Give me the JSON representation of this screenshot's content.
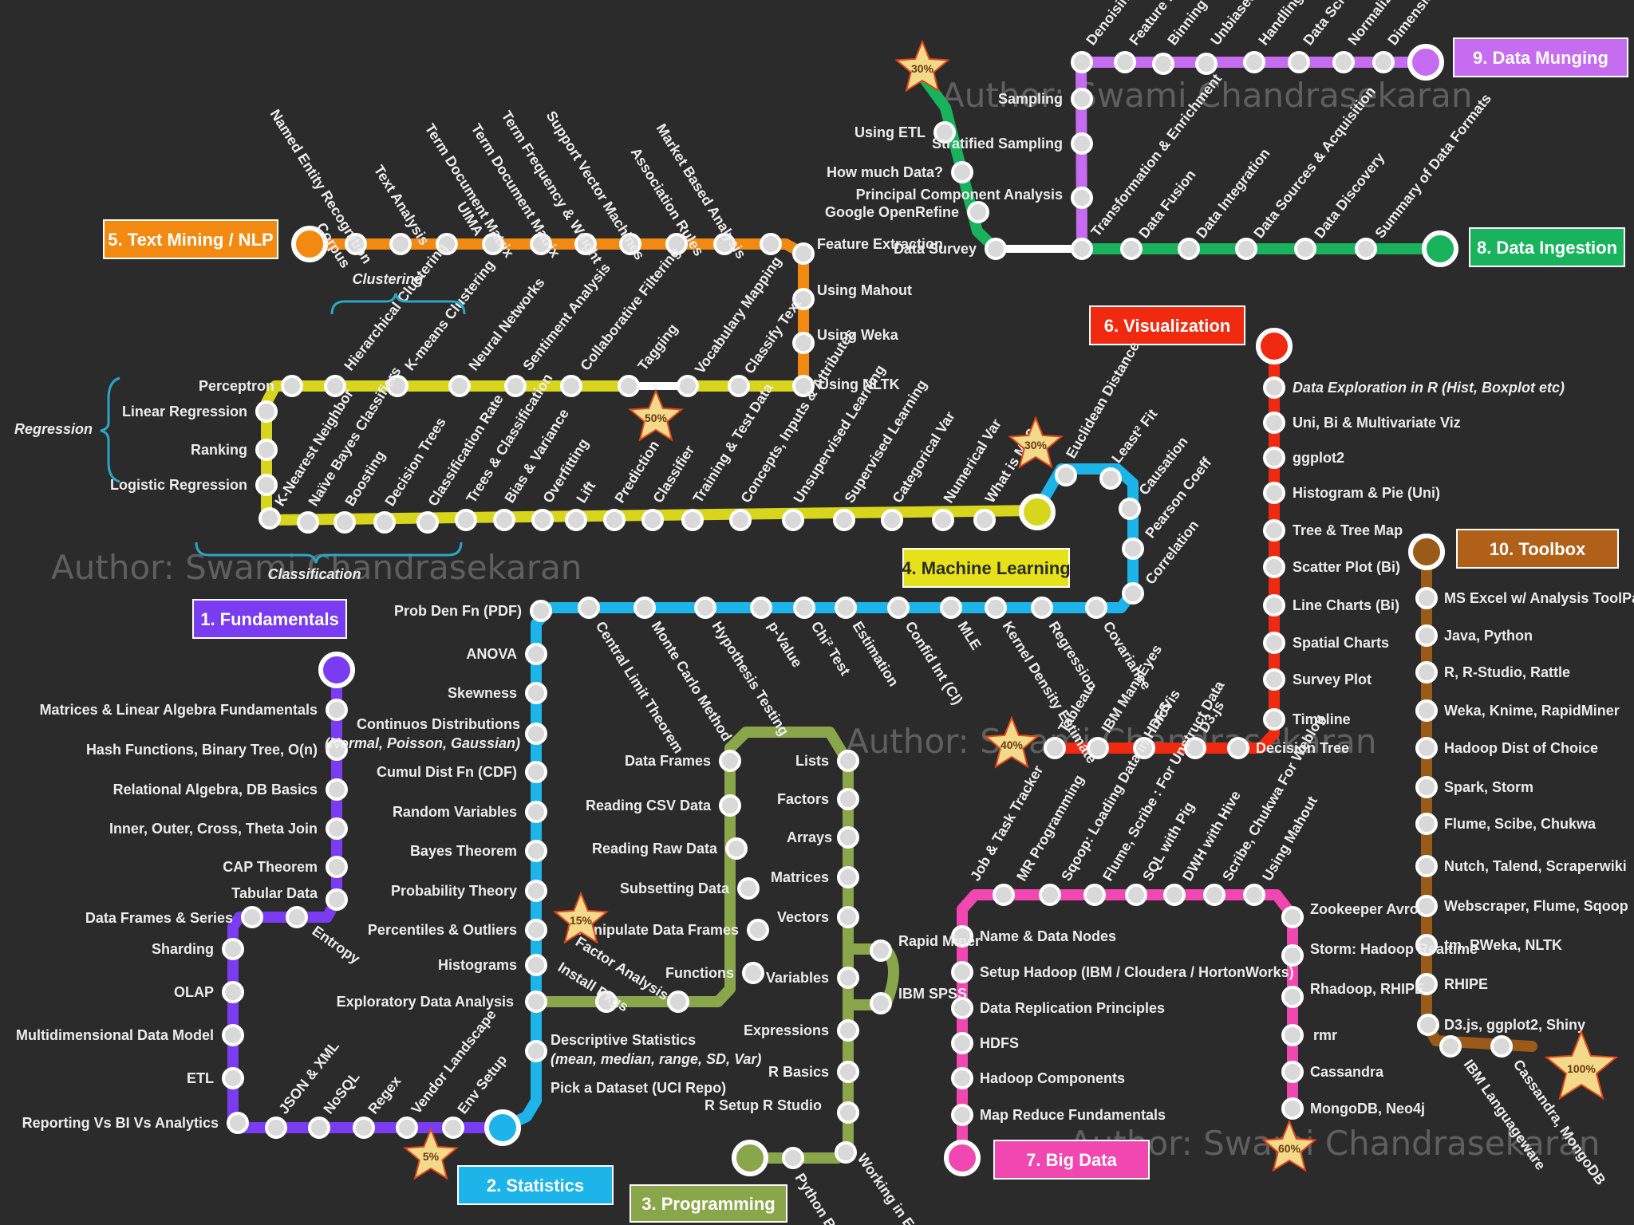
{
  "title_boxes": [
    {
      "text": "1. Fundamentals",
      "fill": "#7a3cf0"
    },
    {
      "text": "2. Statistics",
      "fill": "#1db4ea"
    },
    {
      "text": "3. Programming",
      "fill": "#8aa64a"
    },
    {
      "text": "4. Machine Learning",
      "fill": "#e6e21a"
    },
    {
      "text": "5. Text Mining / NLP",
      "fill": "#f28a12"
    },
    {
      "text": "6. Visualization",
      "fill": "#f02a10"
    },
    {
      "text": "7. Big Data",
      "fill": "#f048b0"
    },
    {
      "text": "8. Data Ingestion",
      "fill": "#18b35c"
    },
    {
      "text": "9. Data Munging",
      "fill": "#c56cf0"
    },
    {
      "text": "10. Toolbox",
      "fill": "#b06018"
    }
  ],
  "lines": {
    "fundamentals": {
      "color": "#7a3cf0"
    },
    "statistics": {
      "color": "#1db4ea"
    },
    "programming": {
      "color": "#8aa64a"
    },
    "machine_learning": {
      "color": "#d8d61c"
    },
    "text_mining": {
      "color": "#f28a12"
    },
    "visualization": {
      "color": "#f02a10"
    },
    "big_data": {
      "color": "#f048b0"
    },
    "data_ingestion": {
      "color": "#18b35c"
    },
    "data_munging": {
      "color": "#c56cf0"
    },
    "toolbox": {
      "color": "#9a5a18"
    }
  },
  "stations": {
    "fundamentals": [
      "Matrices & Linear Algebra Fundamentals",
      "Hash Functions, Binary Tree, O(n)",
      "Relational Algebra, DB Basics",
      "Inner, Outer, Cross, Theta Join",
      "CAP Theorem",
      "Tabular Data",
      "Entropy",
      "Data Frames & Series",
      "Sharding",
      "OLAP",
      "Multidimensional Data Model",
      "ETL",
      "Reporting Vs BI Vs Analytics",
      "JSON & XML",
      "NoSQL",
      "Regex",
      "Vendor Landscape",
      "Env Setup"
    ],
    "statistics": [
      "Pick a Dataset (UCI Repo)",
      "Descriptive Statistics",
      "(mean, median, range, SD, Var)",
      "Exploratory Data Analysis",
      "Histograms",
      "Percentiles & Outliers",
      "Probability Theory",
      "Bayes Theorem",
      "Random Variables",
      "Cumul Dist Fn (CDF)",
      "Continuos Distributions",
      "(Normal, Poisson, Gaussian)",
      "Skewness",
      "ANOVA",
      "Prob Den Fn (PDF)",
      "Central Limit Theorem",
      "Monte Carlo Method",
      "Hypothesis Testing",
      "p-Value",
      "Chi² Test",
      "Estimation",
      "Confid Int (CI)",
      "MLE",
      "Kernel Density Estimate",
      "Regression",
      "Covariance",
      "Correlation",
      "Pearson Coeff",
      "Causation",
      "Least² Fit",
      "Euclidean Distance"
    ],
    "programming": [
      "Python Basics",
      "Working in Excel",
      "R Setup R Studio",
      "R Basics",
      "Expressions",
      "Variables",
      "IBM SPSS",
      "Rapid Miner",
      "Vectors",
      "Matrices",
      "Arrays",
      "Factors",
      "Lists",
      "Data Frames",
      "Reading CSV Data",
      "Reading Raw Data",
      "Subsetting Data",
      "Manipulate Data Frames",
      "Functions",
      "Factor Analysis",
      "Install Pkgs"
    ],
    "machine_learning": [
      "What is ML?",
      "Numerical Var",
      "Categorical Var",
      "Supervised Learning",
      "Unsupervised Learning",
      "Concepts, Inputs & Attributes",
      "Training & Test Data",
      "Classifier",
      "Prediction",
      "Lift",
      "Overfitting",
      "Bias & Variance",
      "Trees & Classification",
      "Classification Rate",
      "Decision Trees",
      "Boosting",
      "Naïve Bayes Classifiers",
      "K-Nearest Neighbor",
      "Logistic Regression",
      "Ranking",
      "Linear Regression",
      "Perceptron",
      "Hierarchical Clustering",
      "K-means Clustering",
      "Neural Networks",
      "Sentiment Analysis",
      "Collaborative Filtering",
      "Tagging"
    ],
    "ml_groups": {
      "regression": "Regression",
      "clustering": "Clustering",
      "classification": "Classification"
    },
    "text_mining": [
      "Corpus",
      "Named Entity Recognition",
      "Text Analysis",
      "UIMA",
      "Term Document Matrix",
      "Term Frequency & Weight",
      "Support Vector Machines",
      "Association Rules",
      "Market Based Analysis",
      "Feature Extraction",
      "Using Mahout",
      "Using Weka",
      "Using NLTK",
      "Classify Text",
      "Vocabulary Mapping"
    ],
    "visualization": [
      "Data Exploration in R (Hist, Boxplot etc)",
      "Uni, Bi & Multivariate Viz",
      "ggplot2",
      "Histogram & Pie (Uni)",
      "Tree & Tree Map",
      "Scatter Plot (Bi)",
      "Line Charts (Bi)",
      "Spatial Charts",
      "Survey Plot",
      "Timeline",
      "Decision Tree",
      "D3.js",
      "InfoVis",
      "IBM ManyEyes",
      "Tableau"
    ],
    "big_data": [
      "Map Reduce Fundamentals",
      "Hadoop Components",
      "HDFS",
      "Data Replication Principles",
      "Setup Hadoop (IBM / Cloudera / HortonWorks)",
      "Name & Data Nodes",
      "Job & Task Tracker",
      "MR Programming",
      "Sqoop: Loading Data in HDFS",
      "Flume, Scribe : For Unstruct Data",
      "SQL with Pig",
      "DWH with Hive",
      "Scribe, Chukwa For Weblog",
      "Using Mahout",
      "Zookeeper Avro",
      "Storm: Hadoop Realtime",
      "Rhadoop, RHIPE",
      "rmr",
      "Cassandra",
      "MongoDB, Neo4j"
    ],
    "data_ingestion": [
      "Summary of Data Formats",
      "Data Discovery",
      "Data Sources & Acquisition",
      "Data Integration",
      "Data Fusion",
      "Transformation & Enrichment",
      "Data Survey",
      "Google OpenRefine",
      "How much Data?",
      "Using ETL"
    ],
    "data_munging": [
      "Dimensionality & Numerosity Reduction",
      "Normalization",
      "Data Scrubbing",
      "Handling Missing Values",
      "Unbiased Estimators",
      "Binning Sparse Values",
      "Feature Extraction",
      "Denoising",
      "Sampling",
      "Stratified Sampling",
      "Principal Component Analysis"
    ],
    "toolbox": [
      "MS Excel w/ Analysis ToolPak",
      "Java, Python",
      "R, R-Studio, Rattle",
      "Weka, Knime, RapidMiner",
      "Hadoop Dist of Choice",
      "Spark, Storm",
      "Flume, Scibe, Chukwa",
      "Nutch, Talend, Scraperwiki",
      "Webscraper, Flume, Sqoop",
      "tm, RWeka, NLTK",
      "RHIPE",
      "D3.js, ggplot2, Shiny",
      "IBM Languageware",
      "Cassandra, MongoDB"
    ]
  },
  "progress_stars": [
    {
      "label": "5%",
      "value": 5
    },
    {
      "label": "15%",
      "value": 15
    },
    {
      "label": "50%",
      "value": 50
    },
    {
      "label": "30%",
      "value": 30
    },
    {
      "label": "40%",
      "value": 40
    },
    {
      "label": "60%",
      "value": 60
    },
    {
      "label": "30%",
      "value": 30
    },
    {
      "label": "100%",
      "value": 100
    }
  ],
  "watermark": "Author: Swami Chandrasekaran"
}
